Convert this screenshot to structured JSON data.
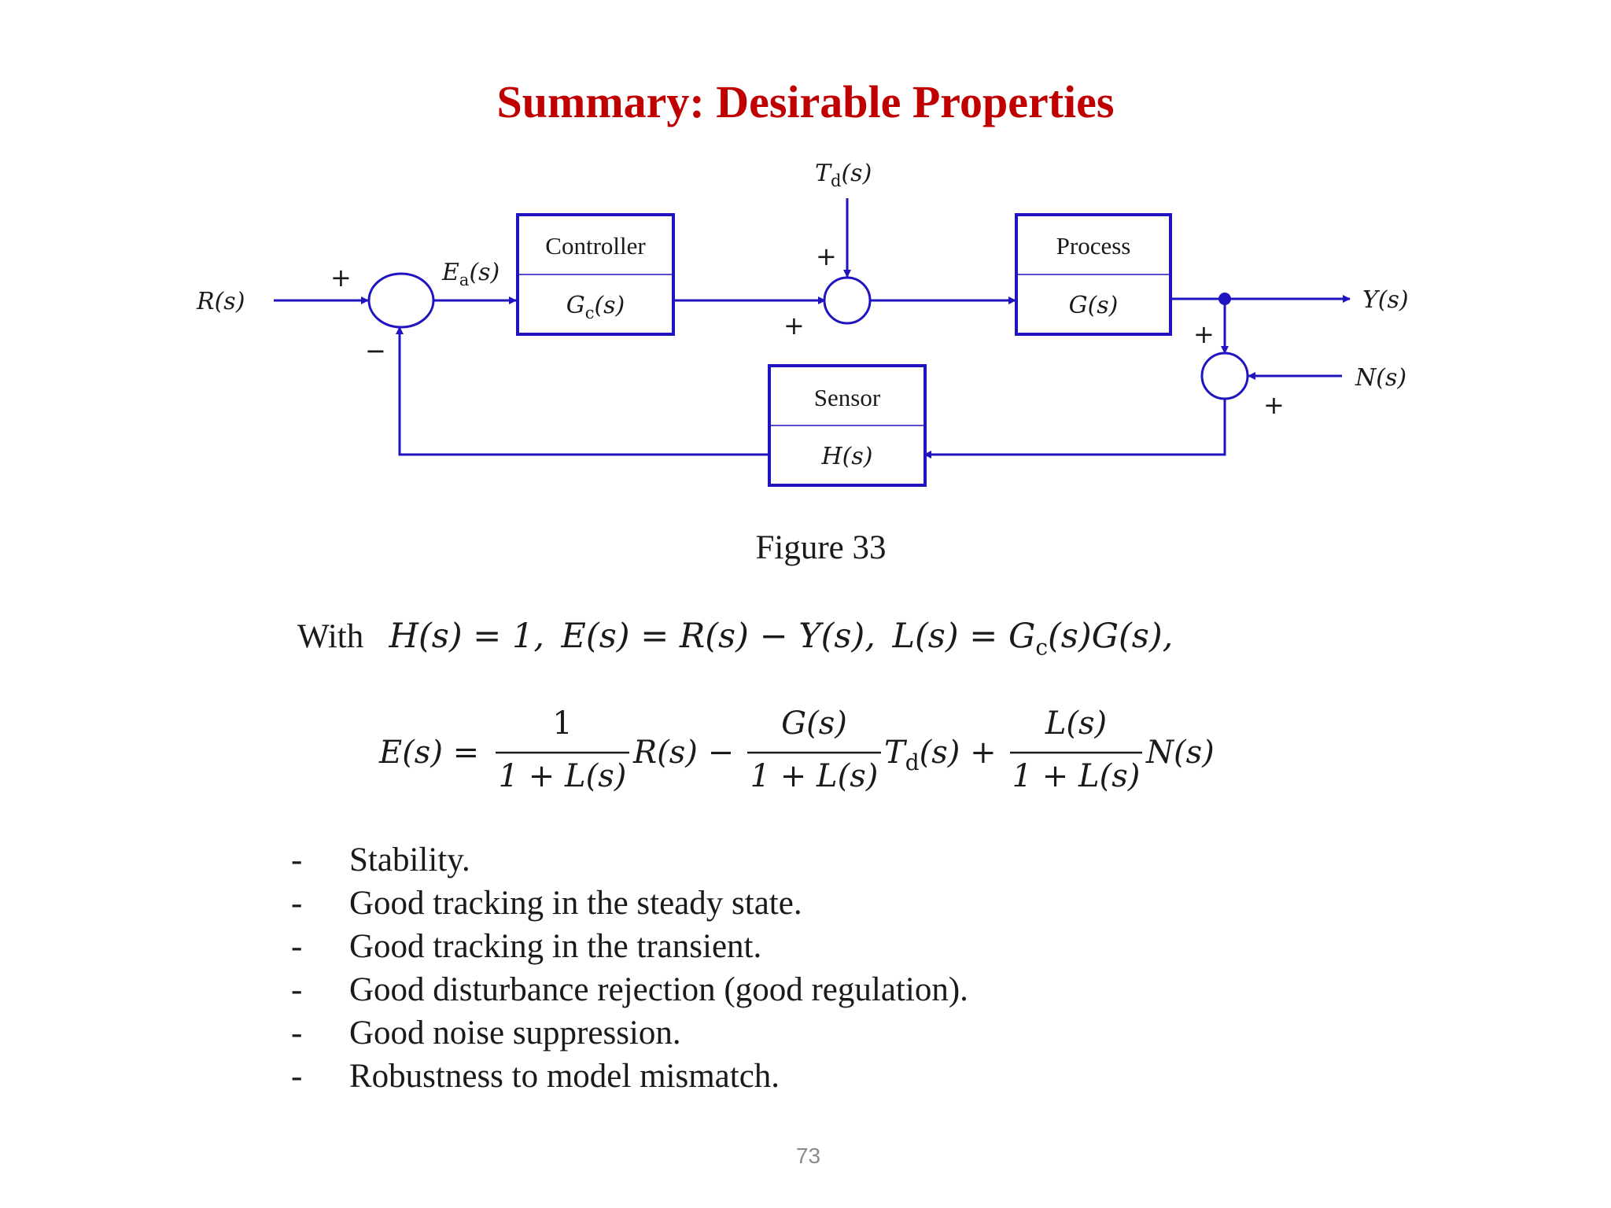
{
  "slide": {
    "title": "Summary:  Desirable Properties",
    "figure_caption": "Figure 33",
    "page_number": "73",
    "with_word": "With",
    "conditions": [
      "H(s) = 1,",
      "E(s) = R(s) − Y(s),",
      "L(s) = G",
      "c",
      "(s)G(s),"
    ]
  },
  "diagram": {
    "signals": {
      "r_in": "R(s)",
      "ea_main": "E",
      "ea_sub": "a",
      "ea_tail": "(s)",
      "td_main": "T",
      "td_sub": "d",
      "td_tail": "(s)",
      "y_out": "Y(s)",
      "n_in": "N(s)"
    },
    "blocks": {
      "controller": {
        "name": "Controller",
        "tf_main": "G",
        "tf_sub": "c",
        "tf_tail": "(s)"
      },
      "process": {
        "name": "Process",
        "tf": "G(s)"
      },
      "sensor": {
        "name": "Sensor",
        "tf": "H(s)"
      }
    },
    "signs": {
      "sj1_plus": "+",
      "sj1_minus": "−",
      "sj2_plus_top": "+",
      "sj2_plus_left": "+",
      "sj3_plus_top": "+",
      "sj3_plus_right": "+"
    }
  },
  "equation": {
    "lhs": "E(s) =",
    "num1": "1",
    "den1": "1 + L(s)",
    "t1": "R(s) −",
    "num2": "G(s)",
    "den2": "1 + L(s)",
    "t2_main": "T",
    "t2_sub": "d",
    "t2_tail": "(s) +",
    "num3": "L(s)",
    "den3": "1 + L(s)",
    "t3": "N(s)"
  },
  "bullets": [
    "Stability.",
    "Good tracking in the steady state.",
    "Good tracking in the transient.",
    "Good disturbance rejection (good regulation).",
    "Good noise suppression.",
    "Robustness to model mismatch."
  ],
  "bullet_marker": "-",
  "colors": {
    "title": "#c00000",
    "diagram_lines": "#1f14c0",
    "text": "#1a1a1a",
    "page_number": "#8a8a8a"
  }
}
